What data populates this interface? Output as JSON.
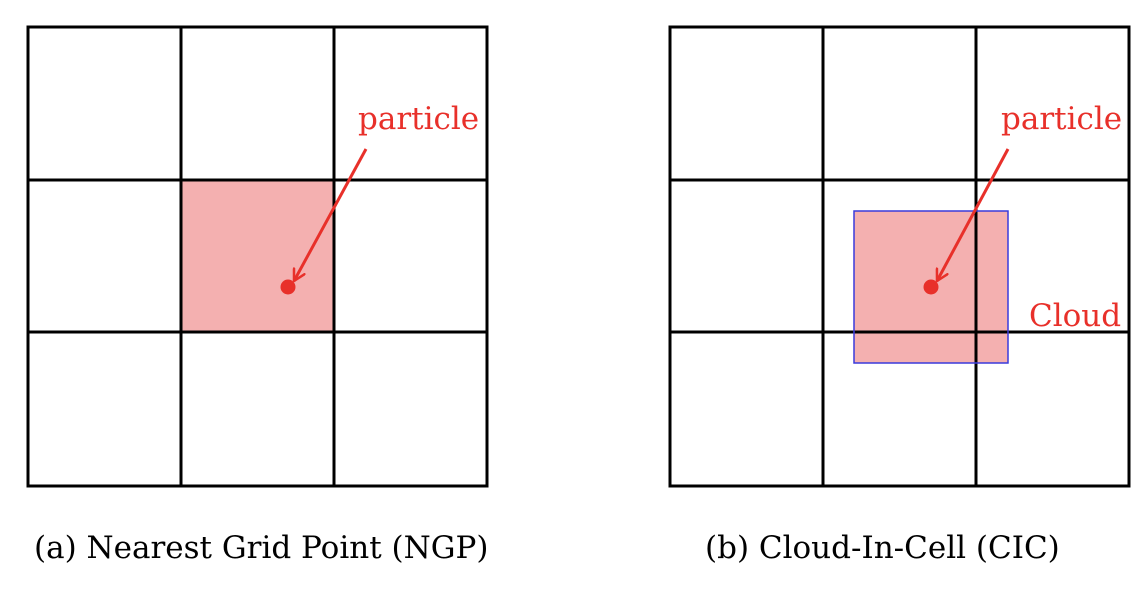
{
  "panels": [
    {
      "id": "a",
      "caption": "(a) Nearest Grid Point (NGP)",
      "particle_label": "particle"
    },
    {
      "id": "b",
      "caption": "(b) Cloud-In-Cell (CIC)",
      "particle_label": "particle",
      "cloud_label": "Cloud"
    }
  ],
  "colors": {
    "grid": "#000000",
    "fill": "#f4b0b0",
    "particle": "#e8302a",
    "cloud_border": "#3a3adc"
  }
}
